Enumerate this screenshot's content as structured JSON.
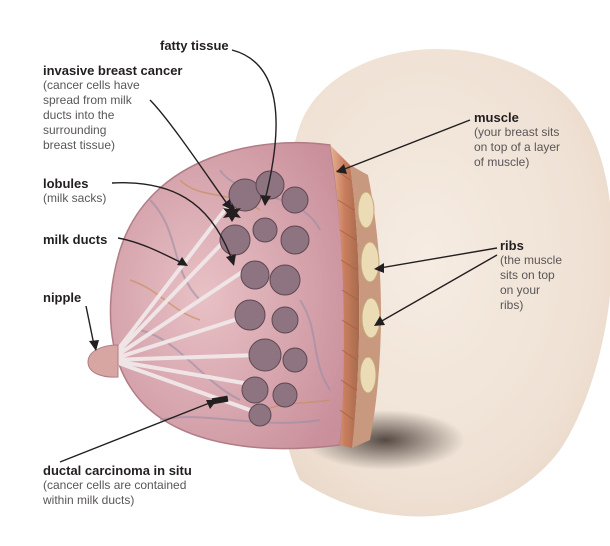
{
  "labels": {
    "fatty_tissue": {
      "title": "fatty tissue"
    },
    "invasive": {
      "title": "invasive breast cancer",
      "desc": "(cancer cells have\nspread from milk\nducts into the\nsurrounding\nbreast tissue)"
    },
    "lobules": {
      "title": "lobules",
      "desc": "(milk sacks)"
    },
    "milk_ducts": {
      "title": "milk ducts"
    },
    "nipple": {
      "title": "nipple"
    },
    "muscle": {
      "title": "muscle",
      "desc": "(your breast sits\non top of a layer\nof muscle)"
    },
    "ribs": {
      "title": "ribs",
      "desc": "(the muscle\nsits on top\non your\nribs)"
    },
    "dcis": {
      "title": "ductal carcinoma in situ",
      "desc": "(cancer cells are contained\nwithin milk ducts)"
    }
  },
  "colors": {
    "background": "#ffffff",
    "skin": "#efe1d4",
    "tissue": "#d9a9b1",
    "muscle": "#d99c7c",
    "rib": "#ecdcb5",
    "lobule": "#8e7480",
    "line": "#231f20",
    "text_title": "#231f20",
    "text_desc": "#5a5657"
  }
}
